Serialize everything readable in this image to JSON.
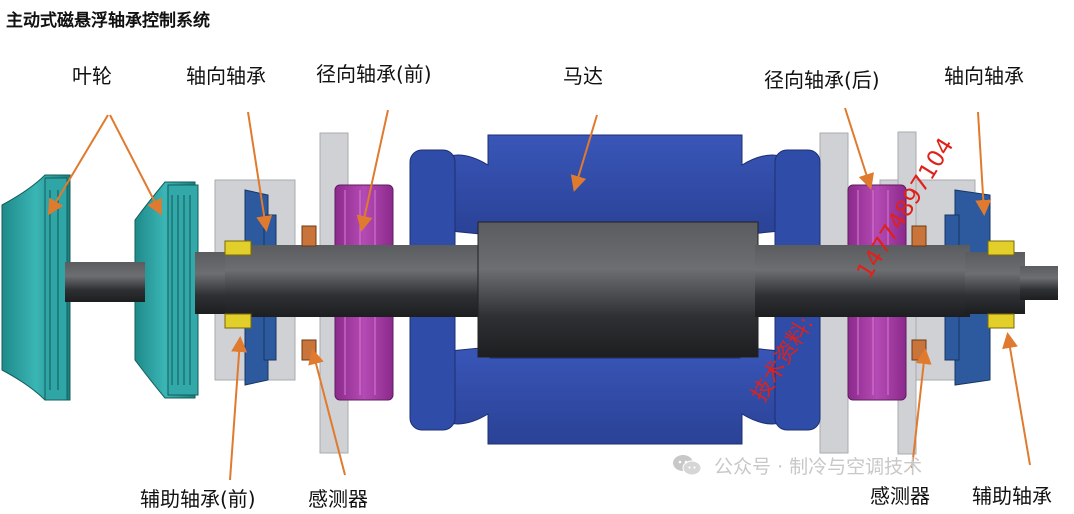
{
  "title": "主动式磁悬浮轴承控制系统",
  "labels": {
    "impeller": "叶轮",
    "axial_bearing_front": "轴向轴承",
    "radial_bearing_front": "径向轴承(前)",
    "motor": "马达",
    "radial_bearing_rear": "径向轴承(后)",
    "axial_bearing_rear": "轴向轴承",
    "aux_bearing_front": "辅助轴承(前)",
    "sensor_front": "感测器",
    "sensor_rear": "感测器",
    "aux_bearing_rear": "辅助轴承"
  },
  "watermark": {
    "number": "14774897104",
    "text": "技术资料:"
  },
  "footer": {
    "text": "公众号 · 制冷与空调技术",
    "icon": "wechat-icon"
  },
  "colors": {
    "impeller": "#2ea3a3",
    "shaft": "#3d3f42",
    "motor_stator": "#2f4ca8",
    "radial_bearing": "#a33aa3",
    "axial_bearing": "#2d5a9e",
    "aux_bearing": "#e2cf2a",
    "sensor": "#c8743a",
    "housing": "#c9cbcf",
    "arrow": "#e07a2e",
    "watermark": "#e0211a"
  }
}
